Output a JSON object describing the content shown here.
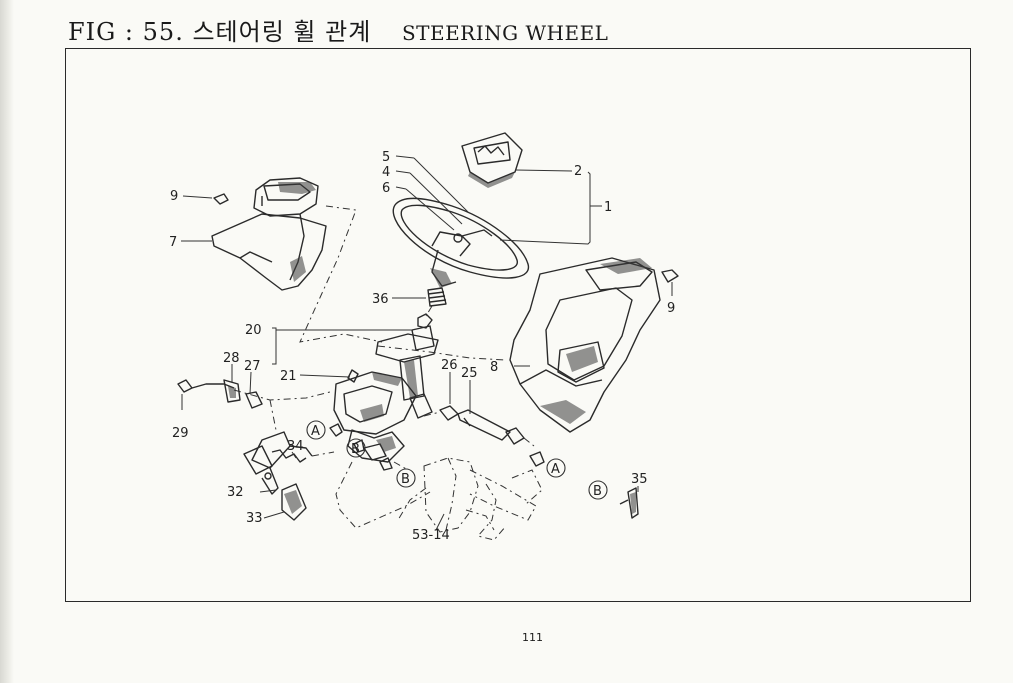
{
  "page": {
    "title_prefix": "FIG : 55.",
    "title_korean": "스테어링 휠 관계",
    "title_english": "STEERING WHEEL",
    "page_number": "111"
  },
  "diagram": {
    "part_labels": [
      "5",
      "4",
      "6",
      "2",
      "1",
      "9",
      "7",
      "36",
      "20",
      "21",
      "28",
      "27",
      "29",
      "26",
      "25",
      "8",
      "9",
      "34",
      "32",
      "33",
      "53-14",
      "35"
    ],
    "reference_markers": [
      "A",
      "B",
      "B",
      "A",
      "B"
    ]
  }
}
